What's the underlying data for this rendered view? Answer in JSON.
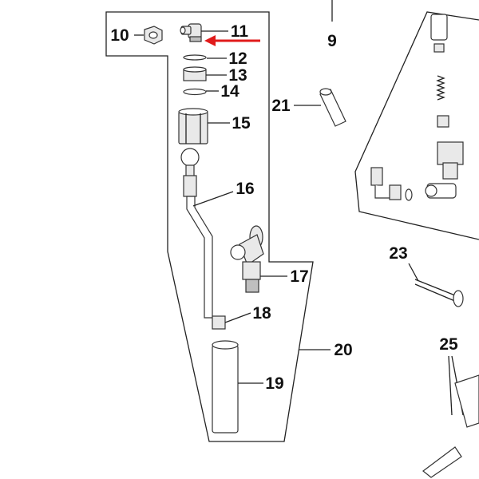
{
  "diagram": {
    "callouts": {
      "c9": "9",
      "c10": "10",
      "c11": "11",
      "c12": "12",
      "c13": "13",
      "c14": "14",
      "c15": "15",
      "c16": "16",
      "c17": "17",
      "c18": "18",
      "c19": "19",
      "c20": "20",
      "c21": "21",
      "c23": "23",
      "c25": "25"
    },
    "colors": {
      "highlight_arrow": "#e01b1b",
      "linework": "#222222"
    }
  }
}
